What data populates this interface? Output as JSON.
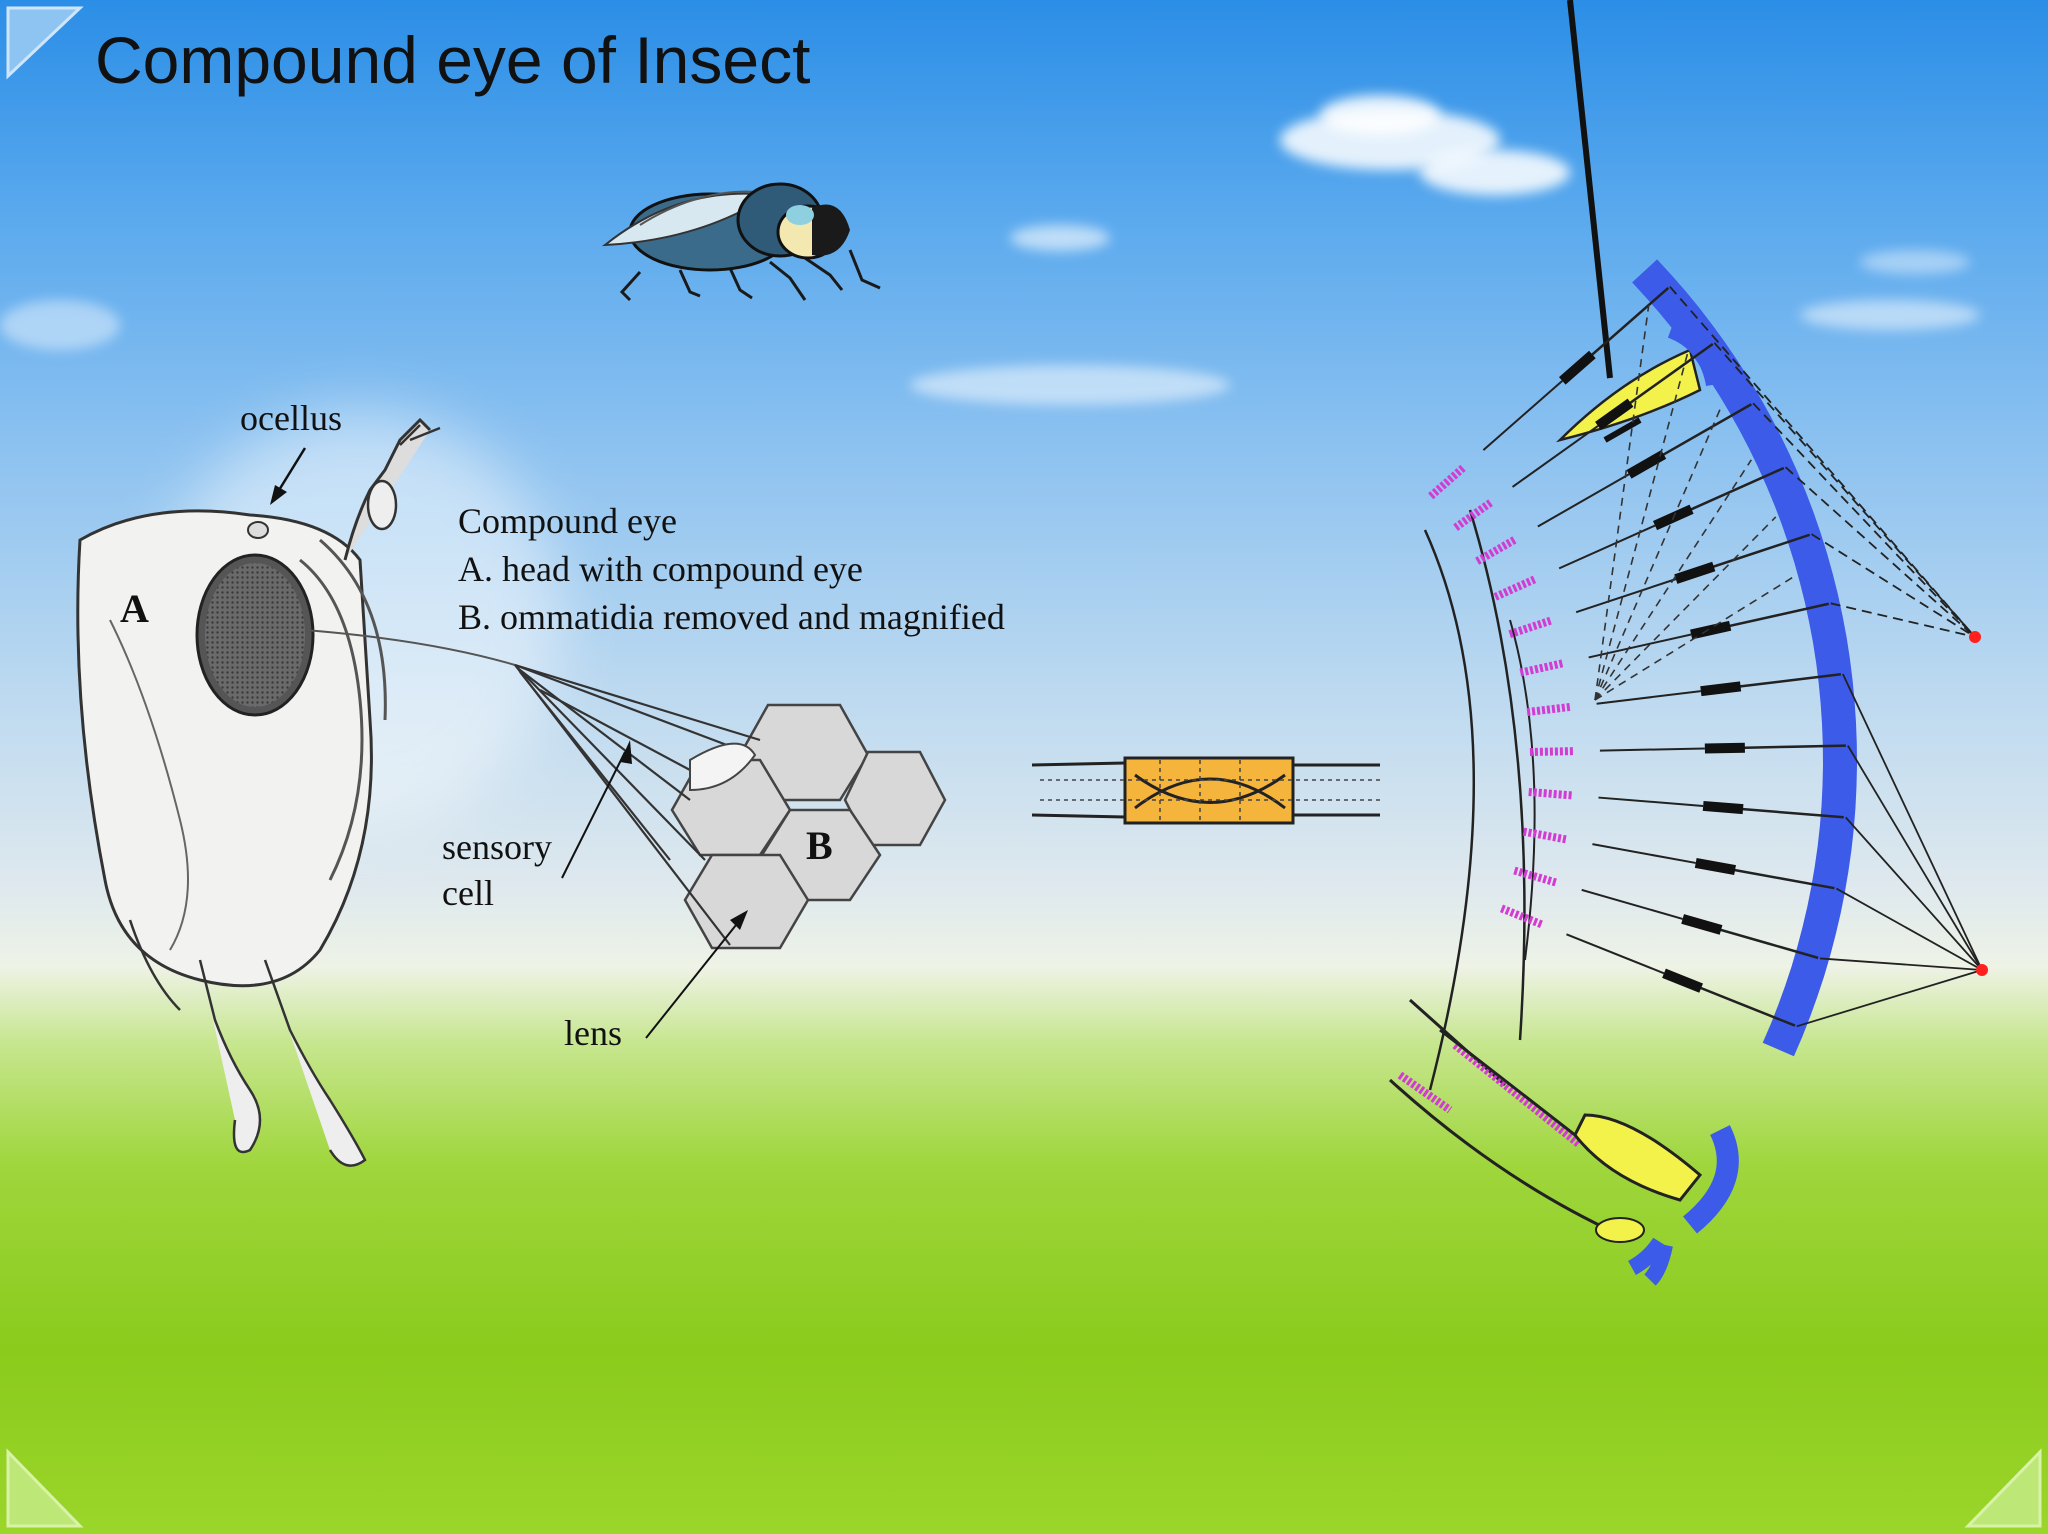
{
  "slide": {
    "title": "Compound eye of Insect"
  },
  "diagram": {
    "label_ocellus": "ocellus",
    "caption_line1": "Compound eye",
    "caption_line2": "A. head with compound eye",
    "caption_line3": "B. ommatidia removed and magnified",
    "label_a": "A",
    "label_b": "B",
    "label_sensory_line1": "sensory",
    "label_sensory_line2": "cell",
    "label_lens": "lens"
  },
  "colors": {
    "cone_yellow": "#f2f24a",
    "cornea_blue": "#3b5be8",
    "rhabdom_magenta": "#d23cd2",
    "crossover_orange": "#f5b43c",
    "point_red": "#ff2020"
  },
  "icons": [
    "fly-icon",
    "corner-triangle-icon"
  ]
}
